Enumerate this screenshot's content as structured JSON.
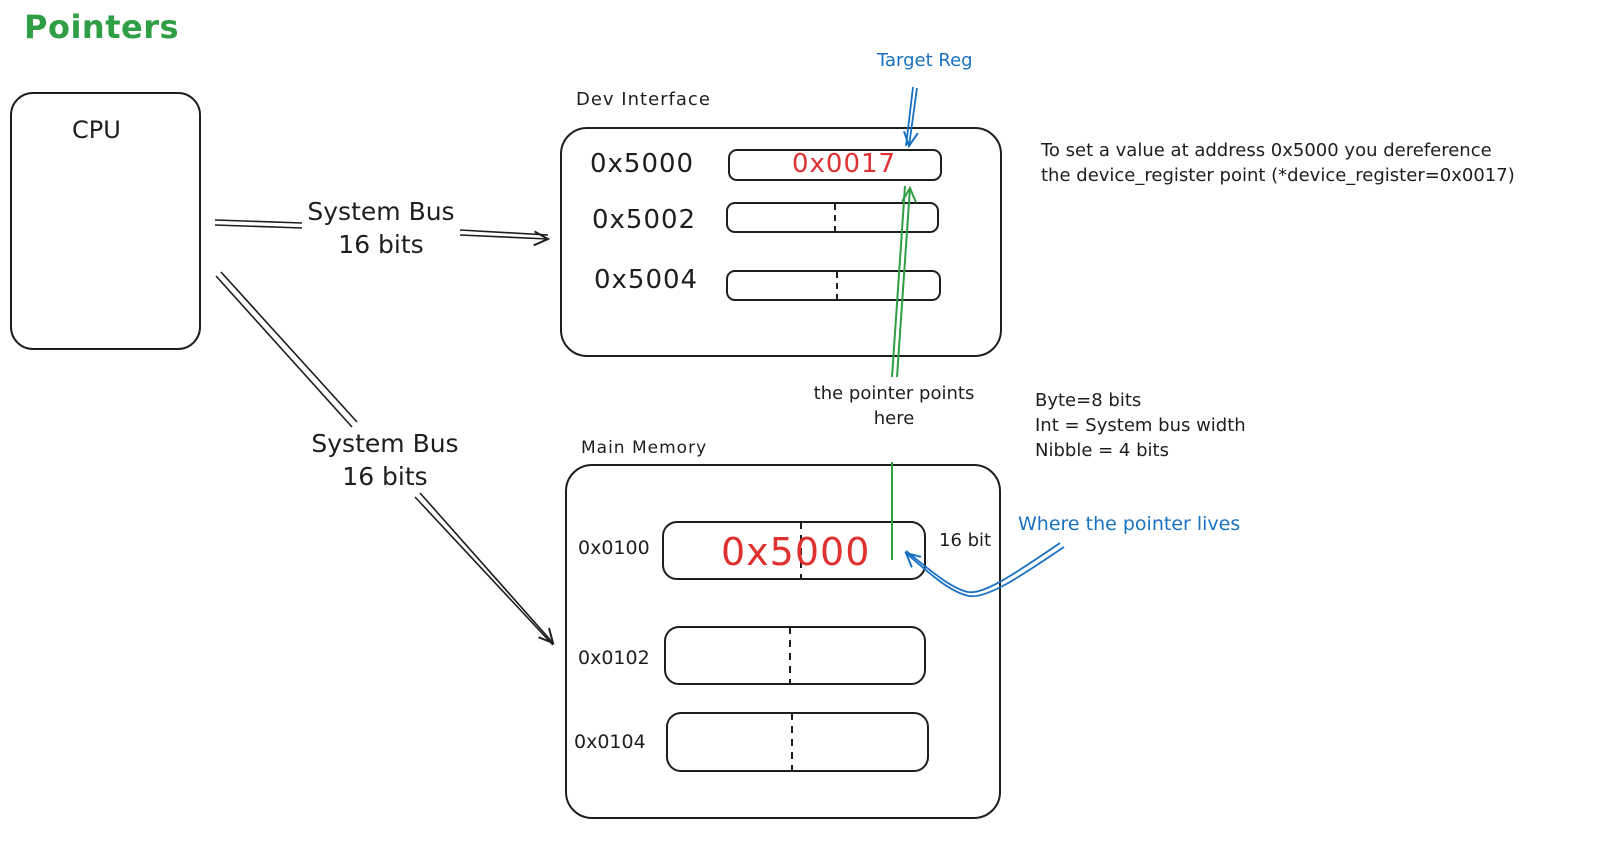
{
  "title": "Pointers",
  "cpu": {
    "label": "CPU"
  },
  "buses": {
    "top": {
      "line1": "System Bus",
      "line2": "16 bits"
    },
    "bottom": {
      "line1": "System Bus",
      "line2": "16 bits"
    }
  },
  "dev_interface": {
    "label": "Dev Interface",
    "rows": [
      {
        "address": "0x5000",
        "value": "0x0017"
      },
      {
        "address": "0x5002",
        "value": ""
      },
      {
        "address": "0x5004",
        "value": ""
      }
    ],
    "target_label": "Target Reg"
  },
  "main_memory": {
    "label": "Main Memory",
    "rows": [
      {
        "address": "0x0100",
        "value": "0x5000"
      },
      {
        "address": "0x0102",
        "value": ""
      },
      {
        "address": "0x0104",
        "value": ""
      }
    ],
    "width_label": "16 bit",
    "pointer_label": "Where the pointer lives"
  },
  "pointer_points_label": {
    "line1": "the pointer points",
    "line2": "here"
  },
  "note_top": {
    "line1": "To set a value at address 0x5000 you dereference",
    "line2": "the device_register point (*device_register=0x0017)"
  },
  "definitions": [
    "Byte=8 bits",
    "Int = System bus width",
    "Nibble = 4 bits"
  ],
  "colors": {
    "stroke": "#1e1e1e",
    "title_green": "#2f9e44",
    "pointer_green": "#2f9e44",
    "annotation_blue": "#1971c2",
    "value_red": "#e03131"
  }
}
